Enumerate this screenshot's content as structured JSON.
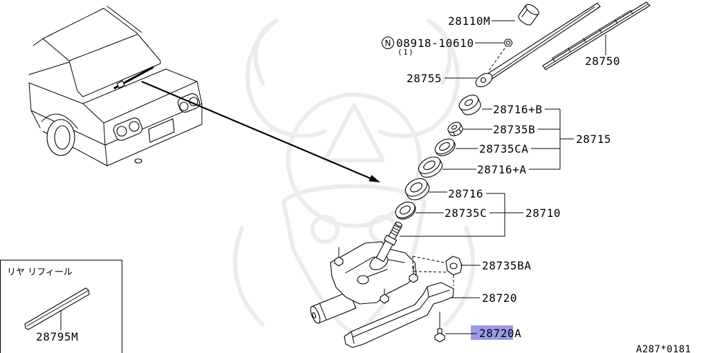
{
  "callouts": {
    "arm_cap": {
      "label": "28110M"
    },
    "arm_nut": {
      "symbol": "N",
      "label": "08918-10610",
      "quantity": "(1)"
    },
    "wiper_blade": {
      "label": "28750"
    },
    "wiper_arm": {
      "label": "28755"
    },
    "seal_cap_b": {
      "label": "28716+B"
    },
    "pivot_nut_b": {
      "label": "28735B"
    },
    "washer_ca": {
      "label": "28735CA"
    },
    "grommet_a": {
      "label": "28716+A"
    },
    "pivot_kit": {
      "label": "28715"
    },
    "grommet": {
      "label": "28716"
    },
    "washer_c": {
      "label": "28735C"
    },
    "wiper_motor": {
      "label": "28710"
    },
    "bushing_ba": {
      "label": "28735BA"
    },
    "motor_bracket": {
      "label": "28720"
    },
    "bracket_bolt": {
      "label": "28720A",
      "highlighted": true
    }
  },
  "inset": {
    "title": "リヤ リフィール",
    "refill_label": "28795M"
  },
  "footer": {
    "drawing_code": "A287*0181"
  },
  "colors": {
    "line": "#000000",
    "highlight": "#9a9ae8",
    "watermark": "#ececec",
    "background": "#ffffff"
  }
}
